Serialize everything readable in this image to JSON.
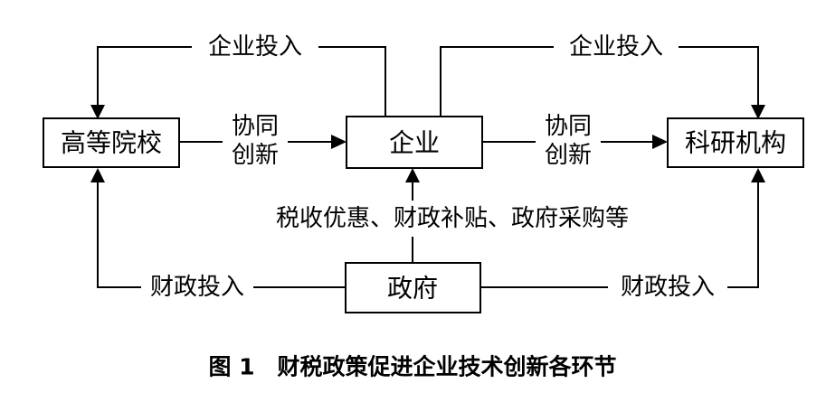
{
  "nodes": {
    "universities": "高等院校",
    "enterprise": "企业",
    "research": "科研机构",
    "government": "政府"
  },
  "edges": {
    "enterprise_to_universities": "企业投入",
    "enterprise_to_research": "企业投入",
    "universities_to_enterprise_line1": "协同",
    "universities_to_enterprise_line2": "创新",
    "enterprise_to_research_collab_line1": "协同",
    "enterprise_to_research_collab_line2": "创新",
    "government_to_enterprise": "税收优惠、财政补贴、政府采购等",
    "government_to_universities": "财政投入",
    "government_to_research": "财政投入"
  },
  "caption": "图 1　财税政策促进企业技术创新各环节"
}
